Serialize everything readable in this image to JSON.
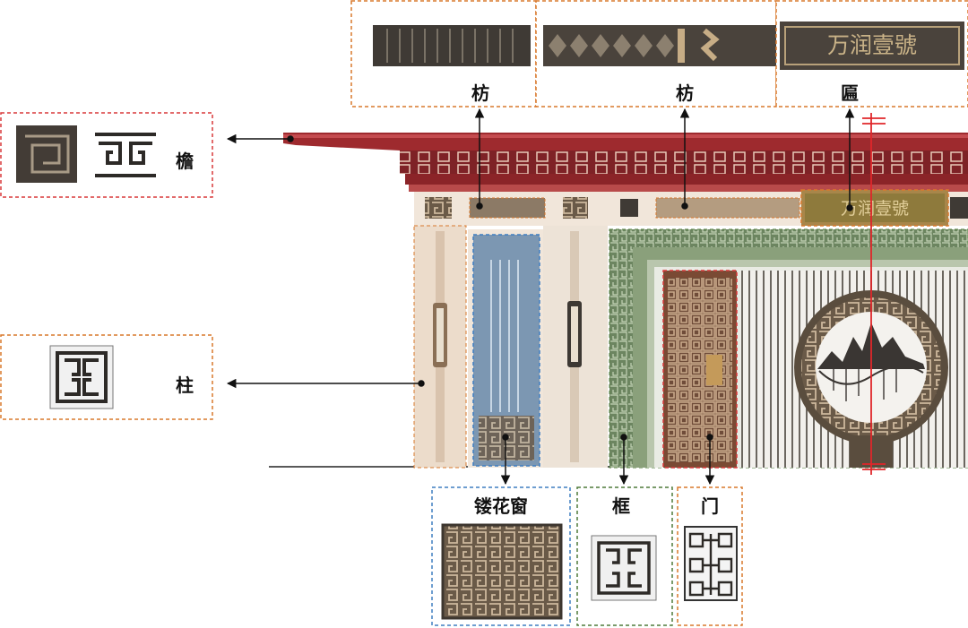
{
  "labels": {
    "fang_left": "枋",
    "fang_mid": "枋",
    "bian": "匾",
    "yan": "檐",
    "zhu": "柱",
    "window": "镂花窗",
    "frame": "框",
    "door": "门"
  },
  "plaque_text": "万润壹號",
  "colors": {
    "eave_red": "#9e2a2e",
    "orange_dash": "#d9782c",
    "red_dash": "#d9383a",
    "blue_dash": "#3e7fc1",
    "green_dash": "#4f7a3a",
    "bronze": "#5a4d3e",
    "glass_blue": "#7c97b2",
    "frame_green": "#7d9470",
    "door_brown": "#7a4a34",
    "stone": "#ecdccb",
    "center_line": "#e0262a"
  }
}
